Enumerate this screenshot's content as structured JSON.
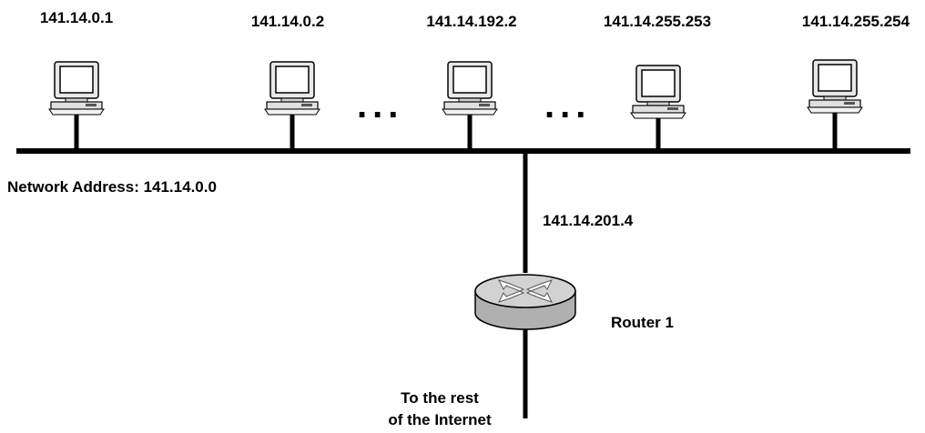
{
  "hosts": [
    {
      "ip": "141.14.0.1"
    },
    {
      "ip": "141.14.0.2"
    },
    {
      "ip": "141.14.192.2"
    },
    {
      "ip": "141.14.255.253"
    },
    {
      "ip": "141.14.255.254"
    }
  ],
  "ellipsis": [
    "...",
    "..."
  ],
  "network": {
    "label": "Network Address: 141.14.0.0"
  },
  "router": {
    "interface_ip": "141.14.201.4",
    "name": "Router 1"
  },
  "internet": {
    "line1": "To the rest",
    "line2": "of the Internet"
  }
}
